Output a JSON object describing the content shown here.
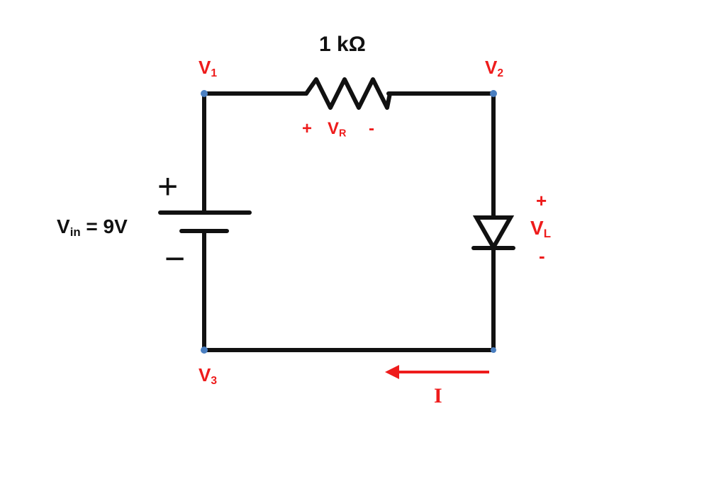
{
  "colors": {
    "wire": "#111111",
    "label_red": "#ee1c1c",
    "node": "#4a7fc1",
    "background": "#ffffff"
  },
  "resistor": {
    "value": "1 kΩ",
    "polarity_plus": "+",
    "polarity_minus": "-",
    "voltage_main": "V",
    "voltage_sub": "R"
  },
  "source": {
    "label_main": "V",
    "label_sub": "in",
    "label_value": " = 9V",
    "plus_sign": "+",
    "minus_sign": "−"
  },
  "nodes": {
    "v1_main": "V",
    "v1_sub": "1",
    "v2_main": "V",
    "v2_sub": "2",
    "v3_main": "V",
    "v3_sub": "3"
  },
  "load": {
    "polarity_plus": "+",
    "polarity_minus": "-",
    "voltage_main": "V",
    "voltage_sub": "L"
  },
  "current": {
    "label": "I"
  }
}
